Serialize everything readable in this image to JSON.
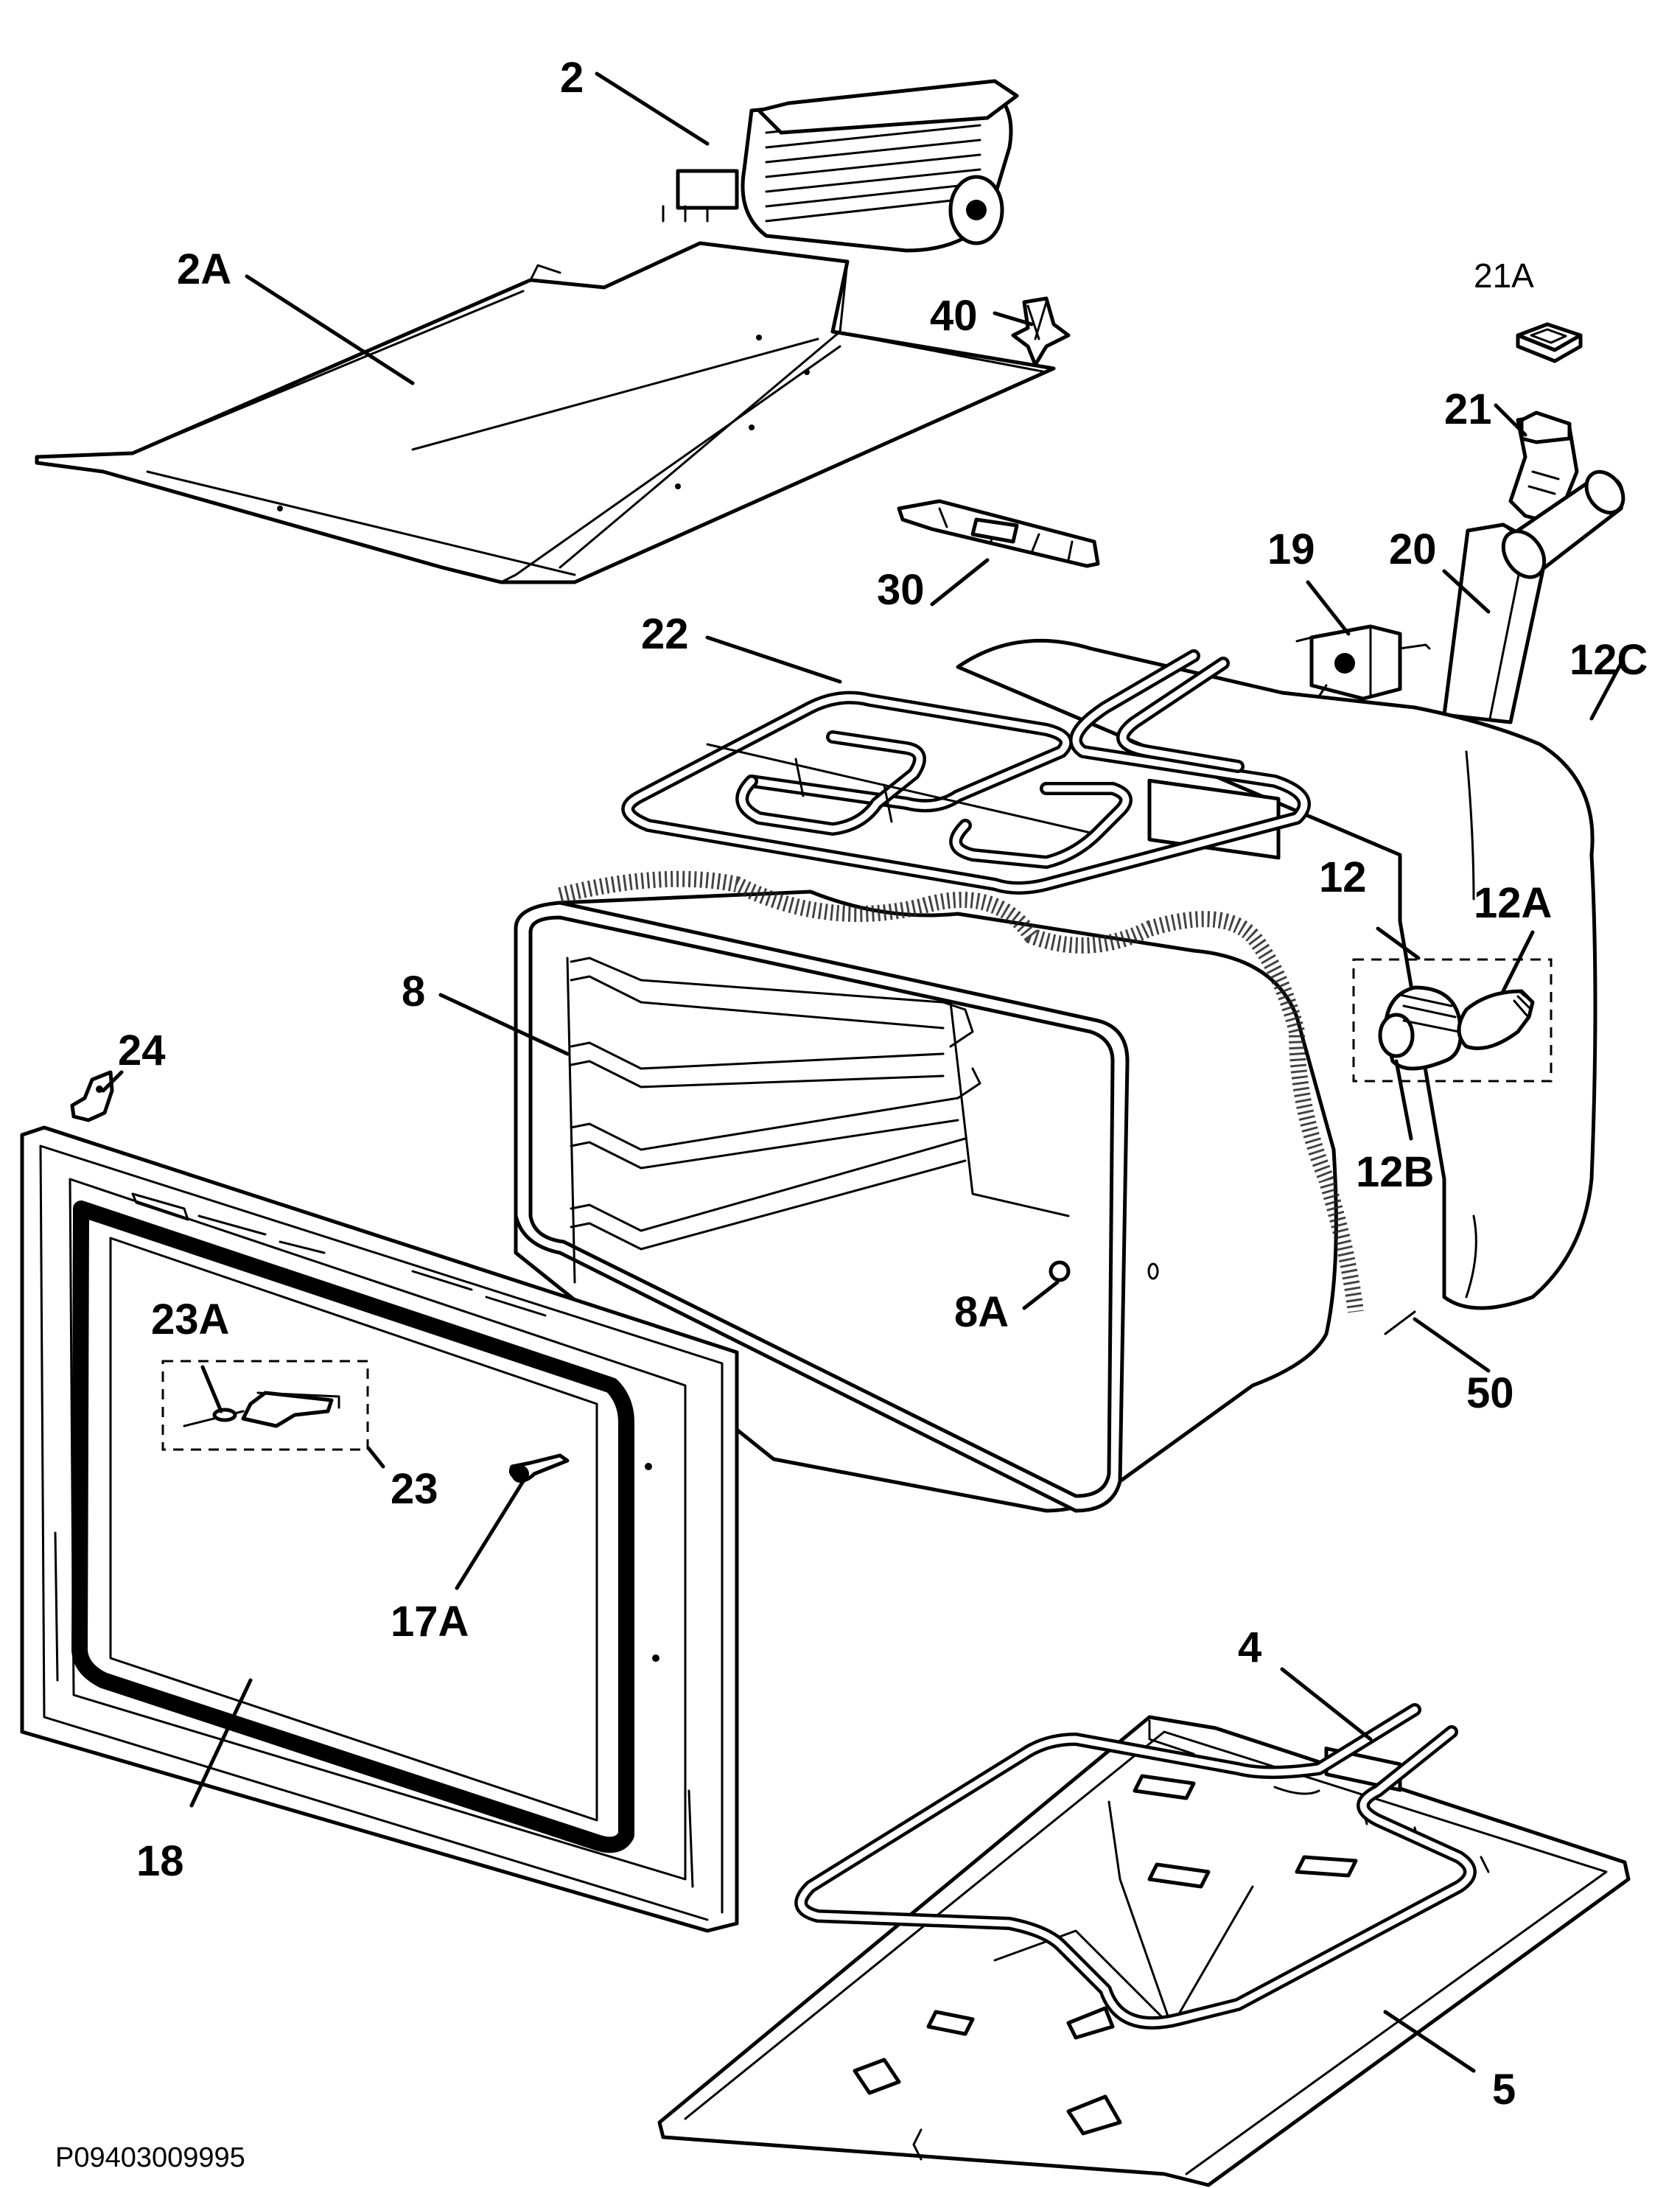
{
  "diagram": {
    "document_code": "P09403009995",
    "labels": {
      "l2": "2",
      "l2A": "2A",
      "l40": "40",
      "l21A": "21A",
      "l21": "21",
      "l20": "20",
      "l19": "19",
      "l30": "30",
      "l22": "22",
      "l12C": "12C",
      "l12": "12",
      "l12A": "12A",
      "l12B": "12B",
      "l8": "8",
      "l8A": "8A",
      "l50": "50",
      "l24": "24",
      "l23A": "23A",
      "l23": "23",
      "l17A": "17A",
      "l18": "18",
      "l4": "4",
      "l5": "5"
    }
  }
}
